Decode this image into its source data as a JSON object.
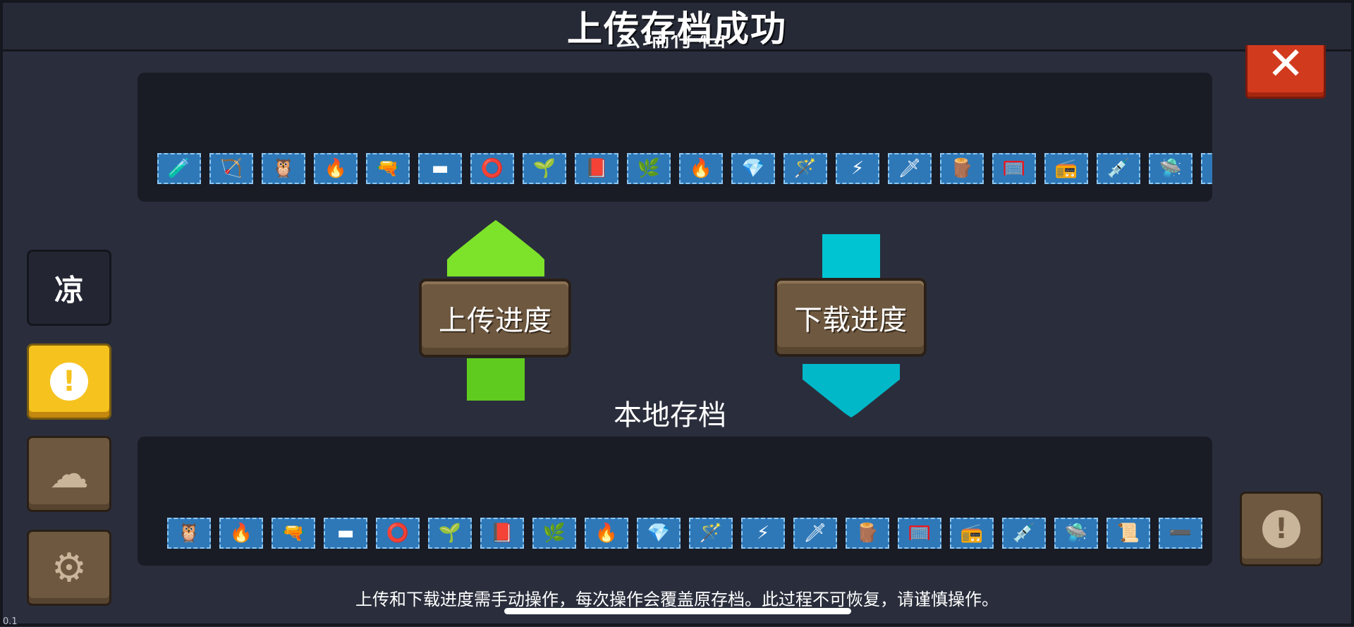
{
  "header": {
    "title": "上传存档成功"
  },
  "sections": {
    "cloud_label": "云端存档",
    "local_label": "本地存档"
  },
  "actions": {
    "upload_label": "上传进度",
    "download_label": "下载进度"
  },
  "sidebar": {
    "tab_label": "凉"
  },
  "footer": {
    "notice": "上传和下载进度需手动操作，每次操作会覆盖原存档。此过程不可恢复，请谨慎操作。",
    "version": "0.1"
  },
  "colors": {
    "background": "#2a2e3c",
    "panel": "#191b25",
    "slot": "#2e78b8",
    "upload_arrow": "#7de22a",
    "download_arrow": "#00c4d2",
    "close": "#d23a1e",
    "warning": "#f6c21e",
    "wood": "#6e5840"
  },
  "icons": {
    "close": "close-x-icon",
    "warning": "exclamation-icon",
    "cloud": "cloud-upload-icon",
    "settings": "gear-icon",
    "upload": "arrow-up-icon",
    "download": "arrow-down-icon"
  },
  "cloud_items": [
    "🧪",
    "🏹",
    "🦉",
    "🔥",
    "🔫",
    "▬",
    "⭕",
    "🌱",
    "📕",
    "🌿",
    "🔥",
    "💎",
    "🪄",
    "⚡",
    "🗡",
    "🪵",
    "🥅",
    "📻",
    "💉",
    "🛸",
    "📜"
  ],
  "local_items": [
    "🦉",
    "🔥",
    "🔫",
    "▬",
    "⭕",
    "🌱",
    "📕",
    "🌿",
    "🔥",
    "💎",
    "🪄",
    "⚡",
    "🗡",
    "🪵",
    "🥅",
    "📻",
    "💉",
    "🛸",
    "📜",
    "➖"
  ]
}
